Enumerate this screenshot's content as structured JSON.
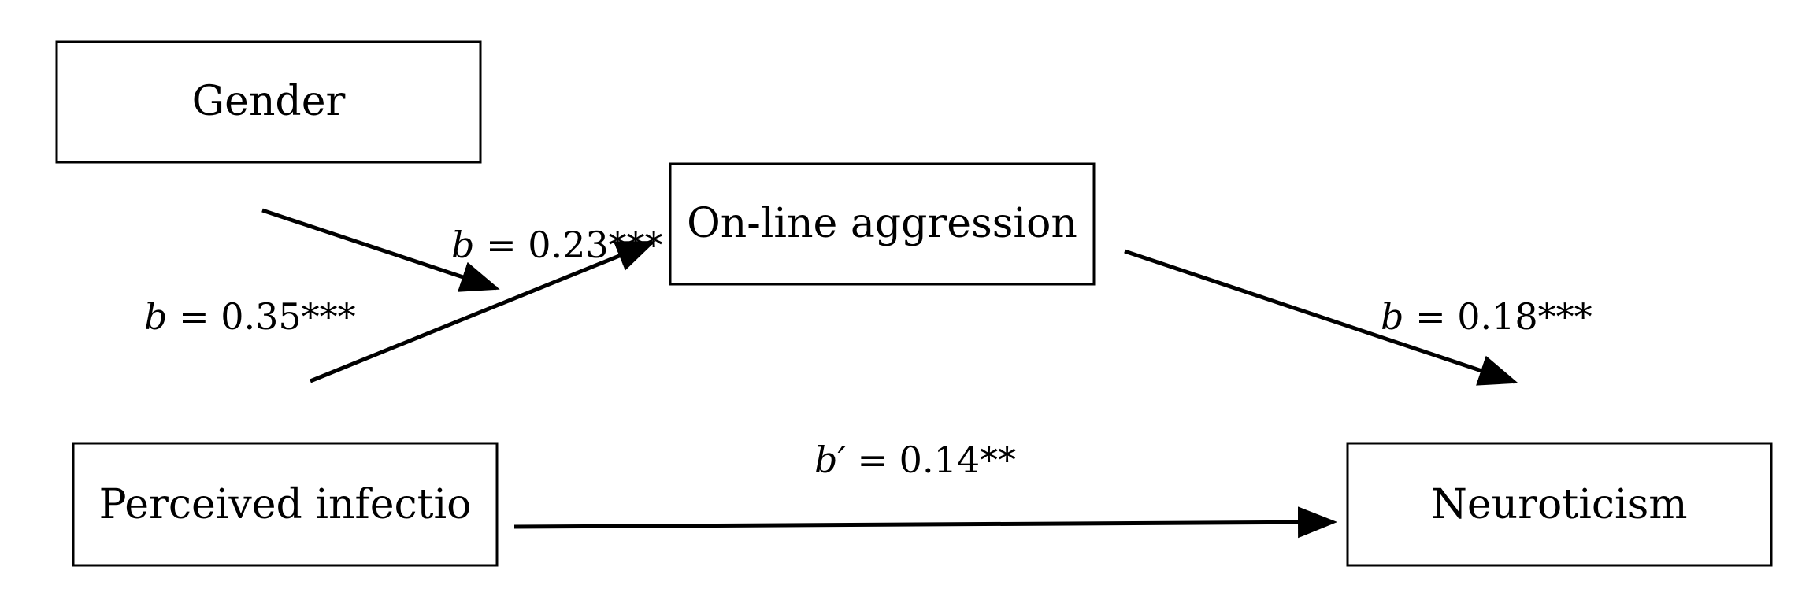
{
  "nodes": {
    "gender": "Gender",
    "aggression": "On-line aggression",
    "infection": "Perceived infectio",
    "neuroticism": "Neuroticism"
  },
  "paths": {
    "gender_to_path": {
      "symbol": "b",
      "value": " = 0.35***"
    },
    "infection_to_aggression": {
      "symbol": "b",
      "value": " = 0.23***"
    },
    "aggression_to_neuroticism": {
      "symbol": "b",
      "value": " = 0.18***"
    },
    "infection_to_neuroticism": {
      "symbol": "b′",
      "value": " = 0.14**"
    }
  }
}
